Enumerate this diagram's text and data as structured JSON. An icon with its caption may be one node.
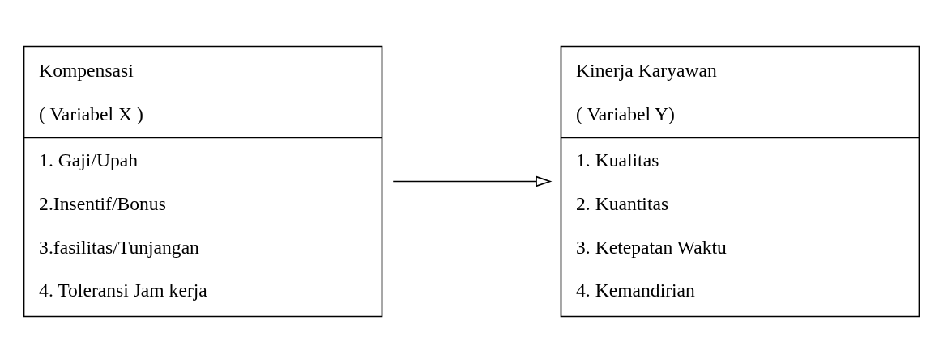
{
  "diagram": {
    "nodes": [
      {
        "text": [
          "Kompensasi",
          "( Variabel X )",
          "1. Gaji/Upah",
          "2.Insentif/Bonus",
          "3.fasilitas/Tunjangan",
          "4. Toleransi Jam kerja"
        ]
      },
      {
        "text": [
          "Kinerja Karyawan",
          "( Variabel Y)",
          "1. Kualitas",
          "2. Kuantitas",
          "3. Ketepatan Waktu",
          "4. Kemandirian"
        ]
      }
    ],
    "edges": [
      {
        "from": 0,
        "to": 1,
        "arrow": "to"
      }
    ]
  }
}
